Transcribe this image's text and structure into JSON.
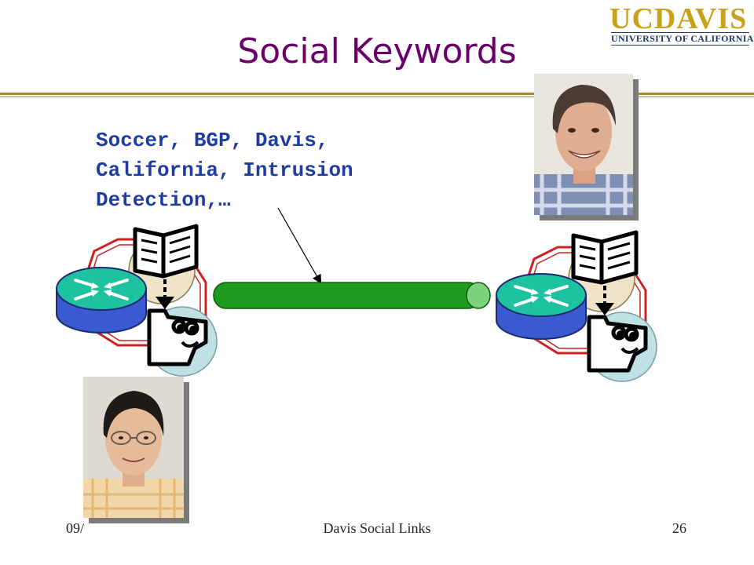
{
  "slide": {
    "title": "Social Keywords",
    "keywords_lines": [
      "Soccer, BGP, Davis,",
      "California, Intrusion",
      "Detection,…"
    ],
    "footer": {
      "date": "09/",
      "title": "Davis Social Links",
      "page": "26"
    }
  },
  "logo": {
    "uc": "UC",
    "davis": "DAVIS",
    "subtitle": "UNIVERSITY OF CALIFORNIA",
    "colors": {
      "gold": "#c8a21a",
      "navy": "#1f3864"
    }
  },
  "colors": {
    "title": "#6b006b",
    "keywords": "#1f3da0",
    "rule": "#a58a2e",
    "link": "#1ea51e",
    "router": "#3a5ad0",
    "router_top": "#1fc2a0",
    "octagon": "#cc2222"
  },
  "icons": [
    "router-icon",
    "book-icon",
    "person-face-icon",
    "link-cylinder-icon"
  ]
}
